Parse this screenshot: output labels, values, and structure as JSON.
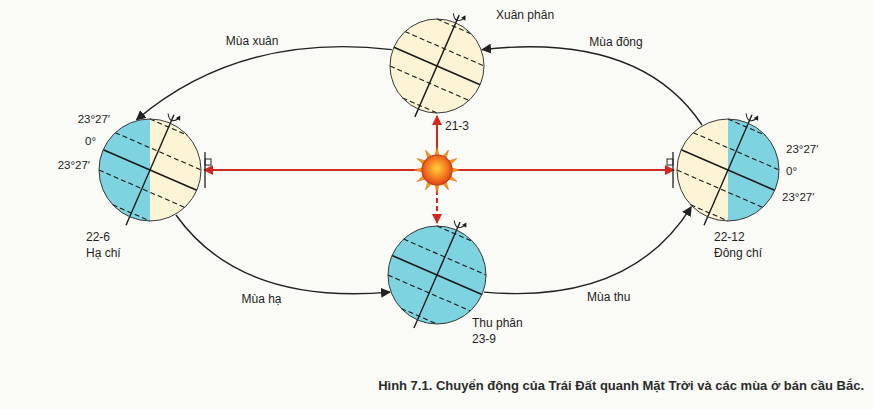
{
  "diagram": {
    "caption": "Hình 7.1. Chuyển động của Trái Đất quanh Mặt Trời và các mùa ở bán cầu Bắc.",
    "nodes": [
      {
        "text": [
          "Xuân phân",
          "21-3"
        ]
      },
      {
        "text": [
          "22-6",
          "Hạ chí"
        ]
      },
      {
        "text": [
          "22-12",
          "Đông chí"
        ]
      },
      {
        "text": [
          "Thu phân",
          "23-9"
        ]
      }
    ],
    "edges": [
      {
        "from": 2,
        "to": 0,
        "arrow": "to",
        "label": "Mùa đông"
      },
      {
        "from": 0,
        "to": 1,
        "arrow": "to",
        "label": "Mùa xuân"
      },
      {
        "from": 1,
        "to": 3,
        "arrow": "to",
        "label": "Mùa hạ"
      },
      {
        "from": 3,
        "to": 2,
        "arrow": "to",
        "label": "Mùa thu"
      }
    ],
    "labels": [
      "23°27′",
      "0°",
      "23°27′",
      "23°27′",
      "0°",
      "23°27′"
    ]
  }
}
